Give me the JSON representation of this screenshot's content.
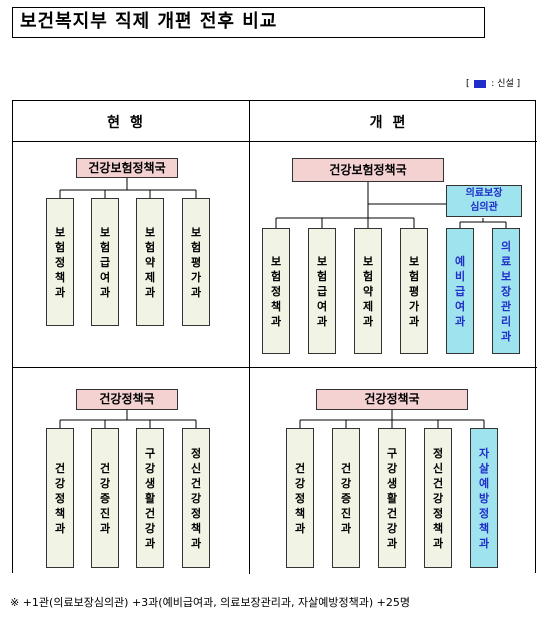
{
  "title": "보건복지부 직제 개편 전후 비교",
  "legend": {
    "open": "[",
    "marker": "■",
    "label": ": 신설",
    "close": "]",
    "new_color": "#1f2ec8"
  },
  "headers": {
    "current": "현행",
    "reorganized": "개편"
  },
  "current": {
    "health_insurance": {
      "bureau": "건강보험정책국",
      "divisions": [
        "보험정책과",
        "보험급여과",
        "보험약제과",
        "보험평가과"
      ]
    },
    "health_policy": {
      "bureau": "건강정책국",
      "divisions": [
        "건강정책과",
        "건강증진과",
        "구강생활건강과",
        "정신건강정책과"
      ]
    }
  },
  "reorganized": {
    "health_insurance": {
      "bureau": "건강보험정책국",
      "official_lines": [
        "의료보장",
        "심의관"
      ],
      "divisions": [
        "보험정책과",
        "보험급여과",
        "보험약제과",
        "보험평가과"
      ],
      "new_divisions": [
        "예비급여과",
        "의료보장관리과"
      ]
    },
    "health_policy": {
      "bureau": "건강정책국",
      "divisions": [
        "건강정책과",
        "건강증진과",
        "구강생활건강과",
        "정신건강정책과"
      ],
      "new_divisions": [
        "자살예방정책과"
      ]
    }
  },
  "colors": {
    "bureau_fill": "#f5d2d2",
    "division_fill": "#f1f4e4",
    "new_fill": "#9fe3ee",
    "new_text": "#1f2ec8"
  },
  "footnote": "※ +1관(의료보장심의관) +3과(예비급여과, 의료보장관리과, 자살예방정책과) +25명"
}
